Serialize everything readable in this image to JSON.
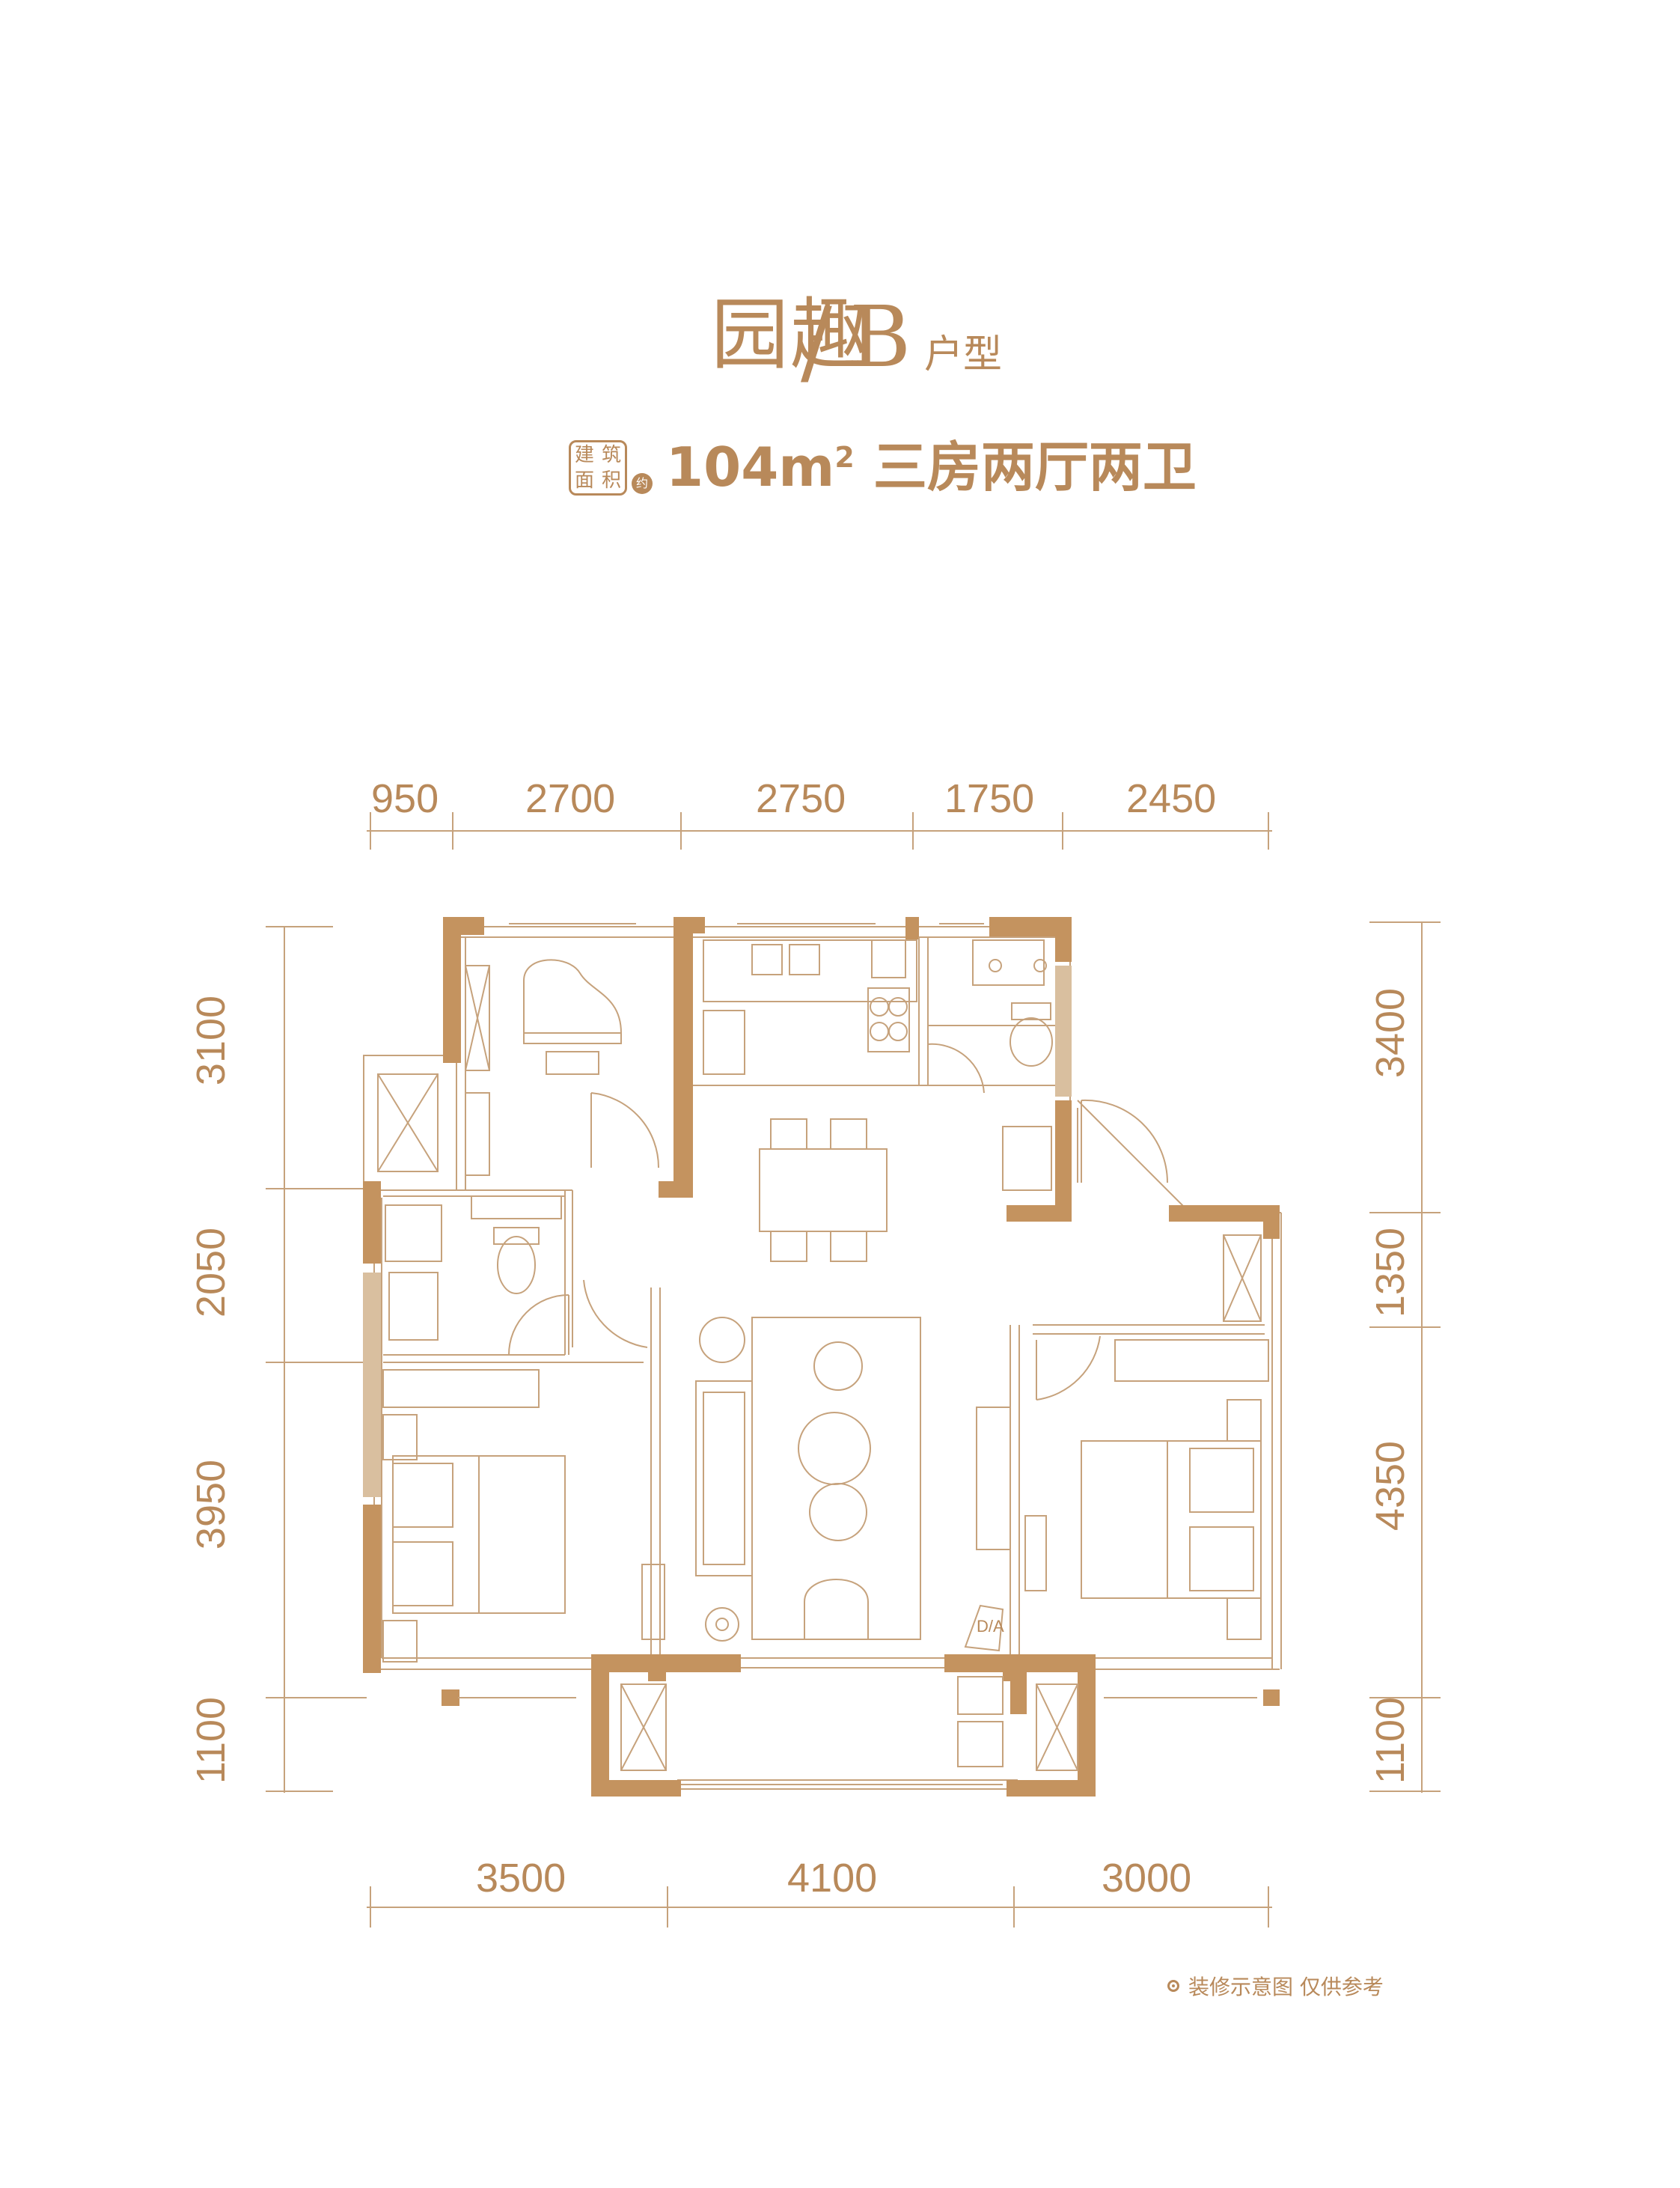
{
  "title": {
    "main": "园趣",
    "slash": "/",
    "letter": "B",
    "suffix": "户型"
  },
  "area_stamp": {
    "chars": [
      "建",
      "筑",
      "面",
      "积"
    ],
    "approx": "约"
  },
  "subtitle": {
    "area": "104",
    "unit": "m",
    "exp": "2",
    "layout": "三房两厅两卫"
  },
  "dimensions": {
    "top": [
      "950",
      "2700",
      "2750",
      "1750",
      "2450"
    ],
    "bottom": [
      "3500",
      "4100",
      "3000"
    ],
    "left": [
      "3100",
      "2050",
      "3950",
      "1100"
    ],
    "right": [
      "3400",
      "1350",
      "4350",
      "1100"
    ]
  },
  "fixture_labels": {
    "ac": "D/A"
  },
  "footnote": "装修示意图 仅供参考",
  "colors": {
    "line": "#b8895a",
    "wall": "#c4935f",
    "pale": "#d9bf9f",
    "background": "#ffffff"
  }
}
